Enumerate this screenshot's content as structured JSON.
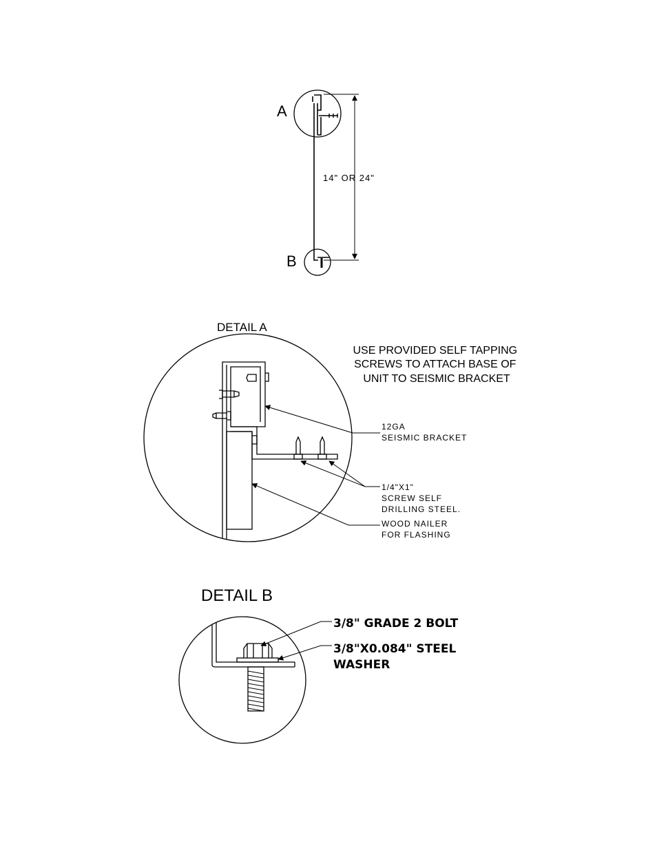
{
  "overview": {
    "label_a": "A",
    "label_b": "B",
    "dimension": "14\" OR 24\""
  },
  "detail_a": {
    "title": "DETAIL A",
    "note": [
      "USE PROVIDED SELF TAPPING",
      "SCREWS TO ATTACH BASE OF",
      "UNIT TO SEISMIC BRACKET"
    ],
    "callout_bracket": [
      "12GA",
      "SEISMIC BRACKET"
    ],
    "callout_screw": [
      "1/4\"X1\"",
      "SCREW SELF",
      "DRILLING STEEL."
    ],
    "callout_nailer": [
      "WOOD NAILER",
      "FOR FLASHING"
    ]
  },
  "detail_b": {
    "title": "DETAIL B",
    "callout_bolt": "3/8\" GRADE 2 BOLT",
    "callout_washer": [
      "3/8\"X0.084\" STEEL",
      "WASHER"
    ]
  },
  "colors": {
    "ink": "#000000",
    "paper": "#ffffff"
  }
}
